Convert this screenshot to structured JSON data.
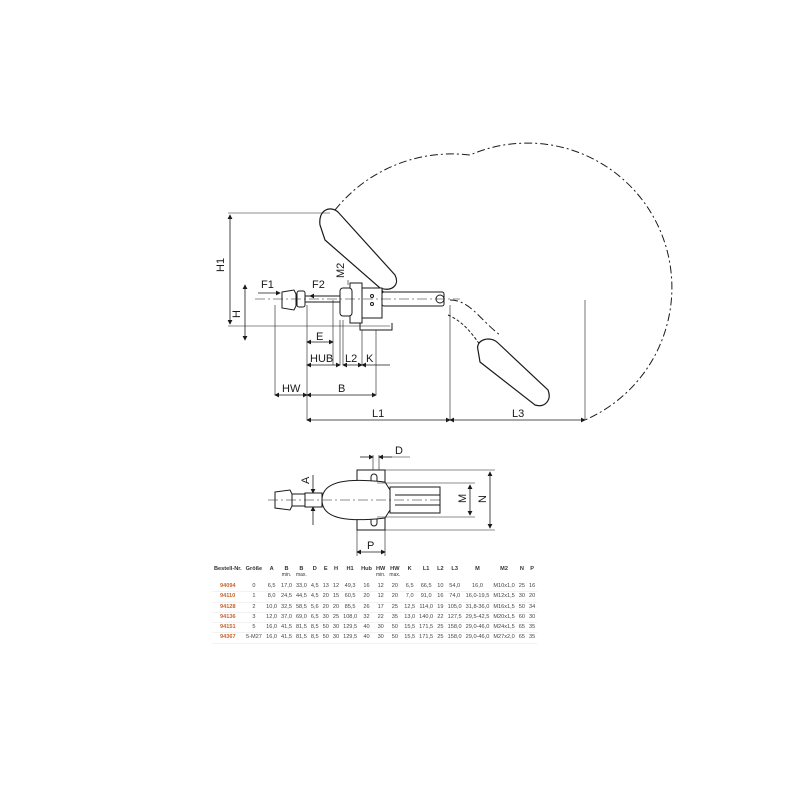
{
  "drawing": {
    "side_view_labels": {
      "H1": "H1",
      "H": "H",
      "F1": "F1",
      "F2": "F2",
      "M2": "M2",
      "E": "E",
      "HUB": "HUB",
      "L2": "L2",
      "K": "K",
      "HW": "HW",
      "B": "B",
      "L1": "L1",
      "L3": "L3"
    },
    "top_view_labels": {
      "D": "D",
      "A": "A",
      "M": "M",
      "N": "N",
      "P": "P"
    },
    "colors": {
      "line": "#1a1a1a",
      "order_number": "#c8642a"
    }
  },
  "table": {
    "headers": [
      {
        "label": "Bestell-Nr.",
        "sub": ""
      },
      {
        "label": "Größe",
        "sub": ""
      },
      {
        "label": "A",
        "sub": ""
      },
      {
        "label": "B",
        "sub": "min."
      },
      {
        "label": "B",
        "sub": "max."
      },
      {
        "label": "D",
        "sub": ""
      },
      {
        "label": "E",
        "sub": ""
      },
      {
        "label": "H",
        "sub": ""
      },
      {
        "label": "H1",
        "sub": ""
      },
      {
        "label": "Hub",
        "sub": ""
      },
      {
        "label": "HW",
        "sub": "min."
      },
      {
        "label": "HW",
        "sub": "max."
      },
      {
        "label": "K",
        "sub": ""
      },
      {
        "label": "L1",
        "sub": ""
      },
      {
        "label": "L2",
        "sub": ""
      },
      {
        "label": "L3",
        "sub": ""
      },
      {
        "label": "M",
        "sub": ""
      },
      {
        "label": "M2",
        "sub": ""
      },
      {
        "label": "N",
        "sub": ""
      },
      {
        "label": "P",
        "sub": ""
      }
    ],
    "rows": [
      [
        "94094",
        "0",
        "6,5",
        "17,0",
        "33,0",
        "4,5",
        "13",
        "12",
        "49,3",
        "16",
        "12",
        "20",
        "6,5",
        "66,5",
        "10",
        "54,0",
        "16,0",
        "M10x1,0",
        "25",
        "16"
      ],
      [
        "94110",
        "1",
        "8,0",
        "24,5",
        "44,5",
        "4,5",
        "20",
        "15",
        "60,5",
        "20",
        "12",
        "20",
        "7,0",
        "91,0",
        "16",
        "74,0",
        "16,0-19,5",
        "M12x1,5",
        "30",
        "20"
      ],
      [
        "94128",
        "2",
        "10,0",
        "32,5",
        "58,5",
        "5,6",
        "20",
        "20",
        "85,5",
        "26",
        "17",
        "25",
        "12,5",
        "114,0",
        "19",
        "105,0",
        "31,8-36,0",
        "M16x1,5",
        "50",
        "34"
      ],
      [
        "94136",
        "3",
        "12,0",
        "37,0",
        "69,0",
        "6,5",
        "30",
        "25",
        "108,0",
        "32",
        "22",
        "35",
        "13,0",
        "140,0",
        "22",
        "127,5",
        "29,5-42,5",
        "M20x1,5",
        "60",
        "30"
      ],
      [
        "94151",
        "5",
        "16,0",
        "41,5",
        "81,5",
        "8,5",
        "50",
        "30",
        "129,5",
        "40",
        "30",
        "50",
        "15,5",
        "171,5",
        "25",
        "158,0",
        "29,0-46,0",
        "M24x1,5",
        "65",
        "35"
      ],
      [
        "94367",
        "5-M27",
        "16,0",
        "41,5",
        "81,5",
        "8,5",
        "50",
        "30",
        "129,5",
        "40",
        "30",
        "50",
        "15,5",
        "171,5",
        "25",
        "158,0",
        "29,0-46,0",
        "M27x2,0",
        "65",
        "35"
      ]
    ]
  }
}
